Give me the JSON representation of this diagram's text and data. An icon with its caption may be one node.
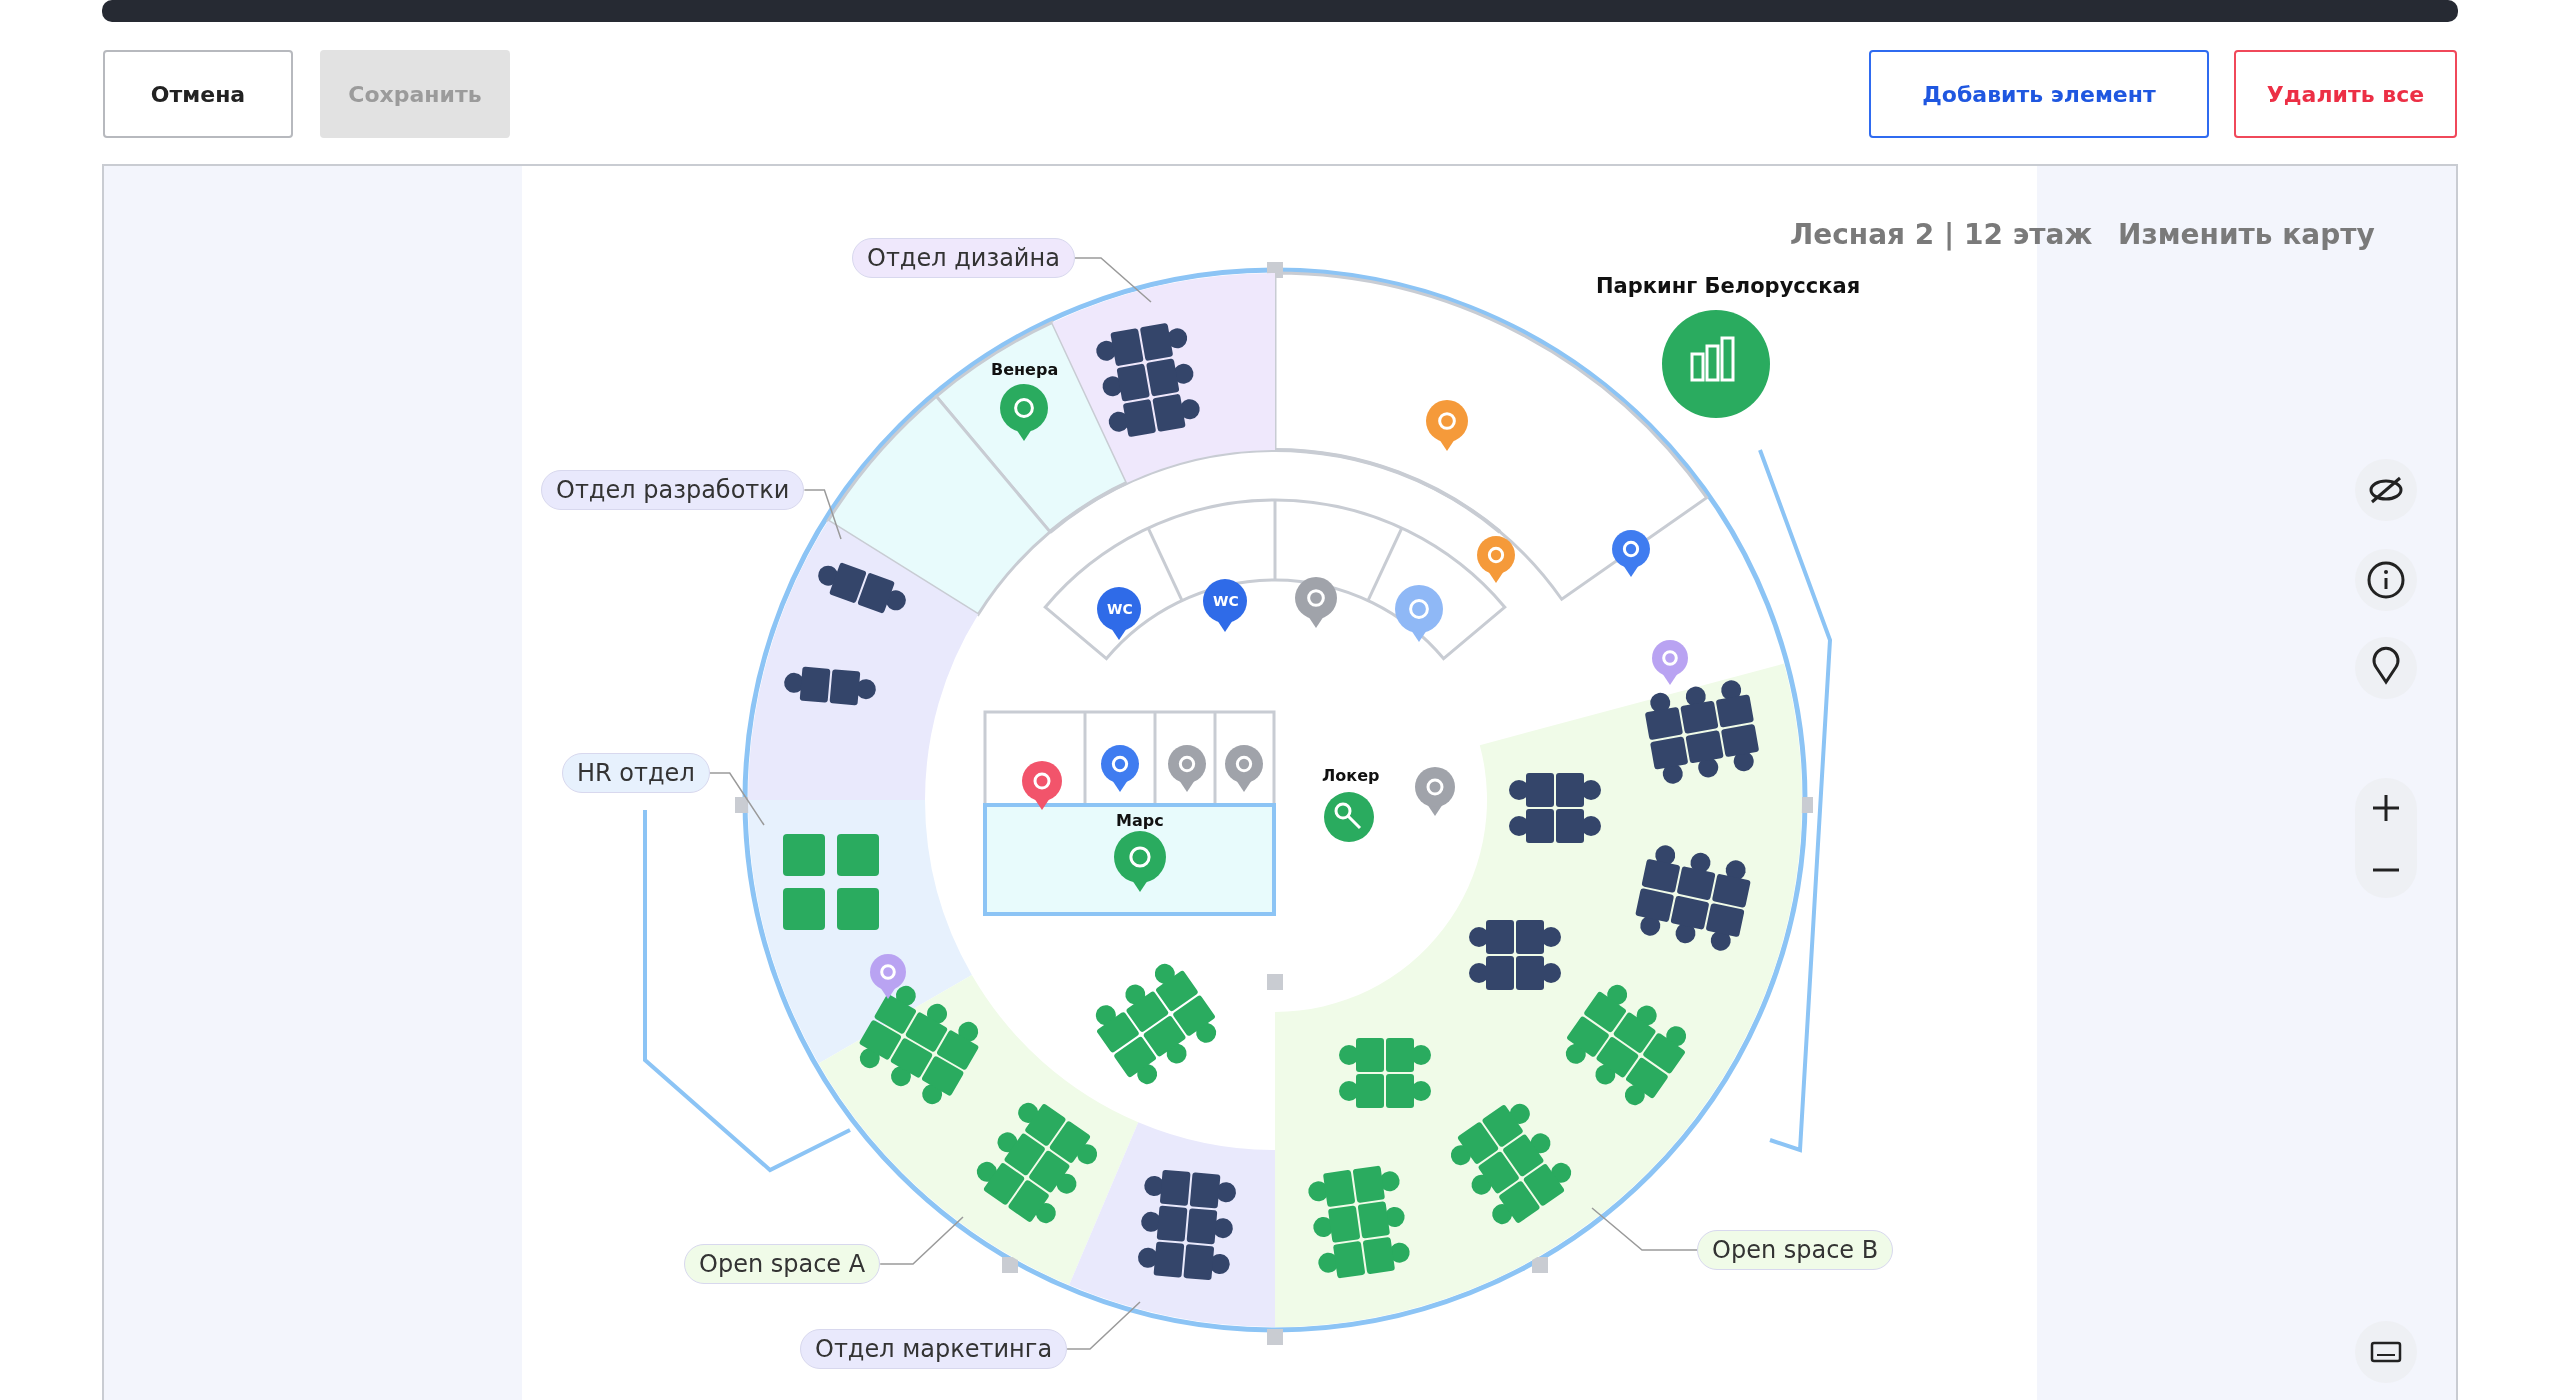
{
  "diagram": {
    "nodes": [
      {
        "text": [
          "Отдел дизайна"
        ]
      },
      {
        "text": [],
        "shape": "sector"
      },
      {
        "text": [
          "Отдел разработки"
        ]
      },
      {
        "text": [],
        "shape": "sector"
      },
      {
        "text": [
          "HR отдел"
        ]
      },
      {
        "text": [],
        "shape": "sector"
      },
      {
        "text": [
          "Open space A"
        ]
      },
      {
        "text": [],
        "shape": "sector"
      },
      {
        "text": [
          "Отдел маркетинга"
        ]
      },
      {
        "text": [],
        "shape": "sector"
      },
      {
        "text": [
          "Open space B"
        ]
      },
      {
        "text": [],
        "shape": "sector"
      }
    ],
    "edges": [
      {
        "from": 0,
        "to": 1,
        "arrow": "none"
      },
      {
        "from": 2,
        "to": 3,
        "arrow": "none"
      },
      {
        "from": 4,
        "to": 5,
        "arrow": "none"
      },
      {
        "from": 6,
        "to": 7,
        "arrow": "none"
      },
      {
        "from": 8,
        "to": 9,
        "arrow": "none"
      },
      {
        "from": 10,
        "to": 11,
        "arrow": "none"
      }
    ],
    "labels": [
      "Отмена",
      "Сохранить",
      "Добавить элемент",
      "Удалить все",
      "Лесная 2 | 12 этаж",
      "Изменить карту",
      "Паркинг Белорусская",
      "Венера",
      "WC",
      "WC",
      "Локер",
      "Марс"
    ]
  }
}
